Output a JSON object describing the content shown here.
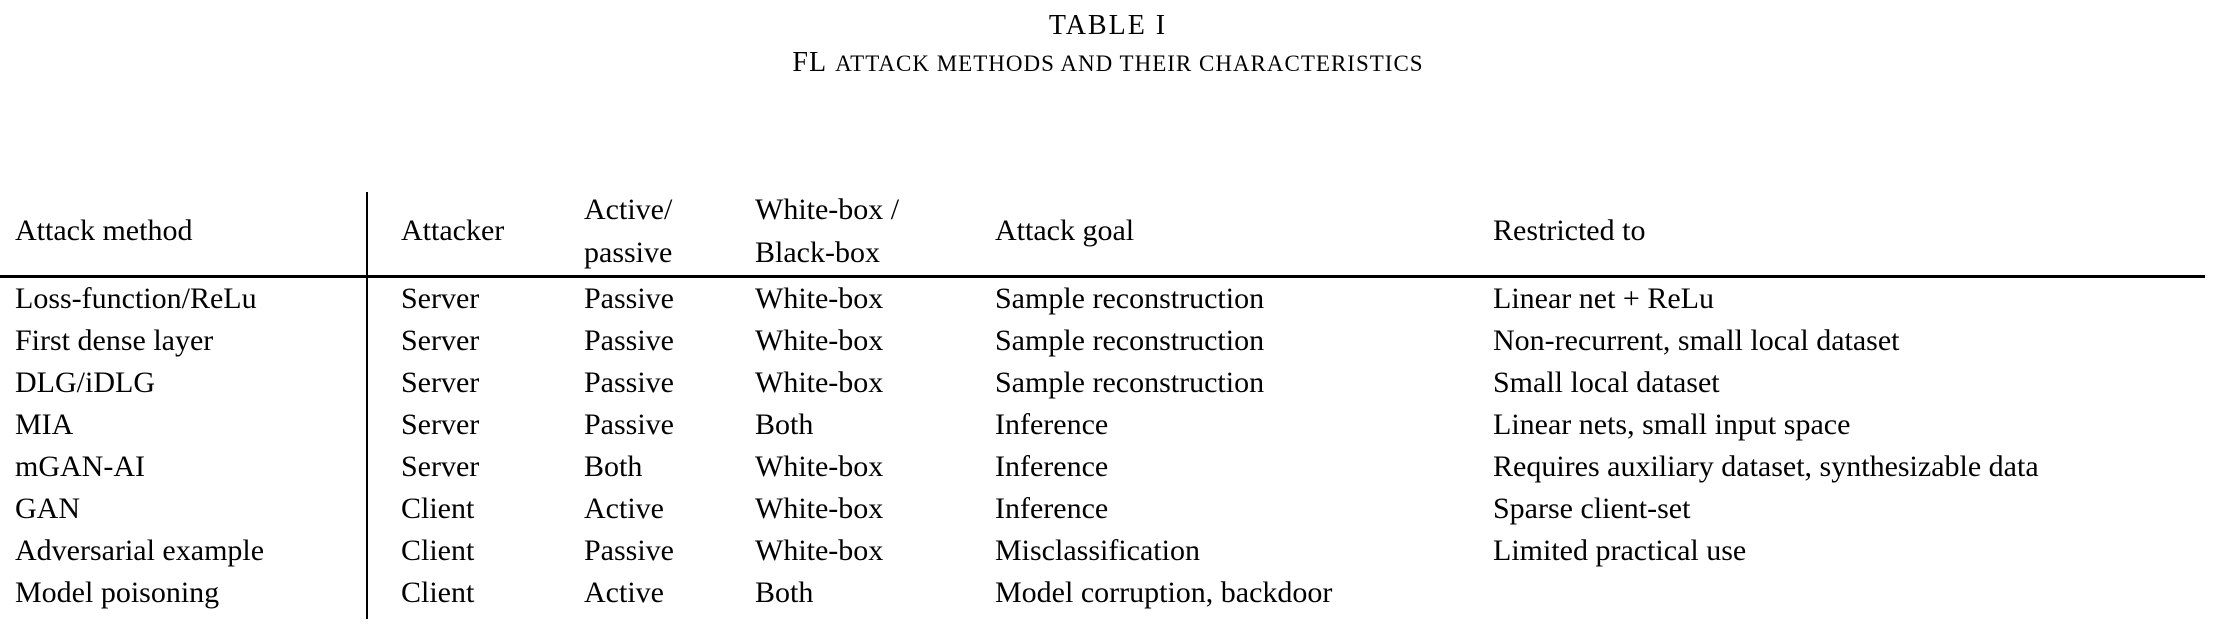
{
  "page": {
    "background": "#ffffff",
    "text_color": "#000000",
    "rule_color": "#000000"
  },
  "caption": {
    "label": "TABLE I",
    "title_prefix": "FL",
    "title_rest": "ATTACK METHODS AND THEIR CHARACTERISTICS"
  },
  "table": {
    "columns": [
      {
        "id": "attack-method",
        "line1": "Attack method",
        "line2": ""
      },
      {
        "id": "attacker",
        "line1": "Attacker",
        "line2": ""
      },
      {
        "id": "active-passive",
        "line1": "Active/",
        "line2": "passive"
      },
      {
        "id": "box-access",
        "line1": "White-box /",
        "line2": "Black-box"
      },
      {
        "id": "attack-goal",
        "line1": "Attack goal",
        "line2": ""
      },
      {
        "id": "restricted-to",
        "line1": "Restricted to",
        "line2": ""
      }
    ],
    "rows": [
      {
        "cells": [
          "Loss-function/ReLu",
          "Server",
          "Passive",
          "White-box",
          "Sample reconstruction",
          "Linear net + ReLu"
        ]
      },
      {
        "cells": [
          "First dense layer",
          "Server",
          "Passive",
          "White-box",
          "Sample reconstruction",
          "Non-recurrent, small local dataset"
        ]
      },
      {
        "cells": [
          "DLG/iDLG",
          "Server",
          "Passive",
          "White-box",
          "Sample reconstruction",
          "Small local dataset"
        ]
      },
      {
        "cells": [
          "MIA",
          "Server",
          "Passive",
          "Both",
          "Inference",
          "Linear nets, small input space"
        ]
      },
      {
        "cells": [
          "mGAN-AI",
          "Server",
          "Both",
          "White-box",
          "Inference",
          "Requires auxiliary dataset, synthesizable data"
        ]
      },
      {
        "cells": [
          "GAN",
          "Client",
          "Active",
          "White-box",
          "Inference",
          "Sparse client-set"
        ]
      },
      {
        "cells": [
          "Adversarial example",
          "Client",
          "Passive",
          "White-box",
          "Misclassification",
          "Limited practical use"
        ]
      },
      {
        "cells": [
          "Model poisoning",
          "Client",
          "Active",
          "Both",
          "Model corruption, backdoor",
          ""
        ]
      }
    ]
  }
}
